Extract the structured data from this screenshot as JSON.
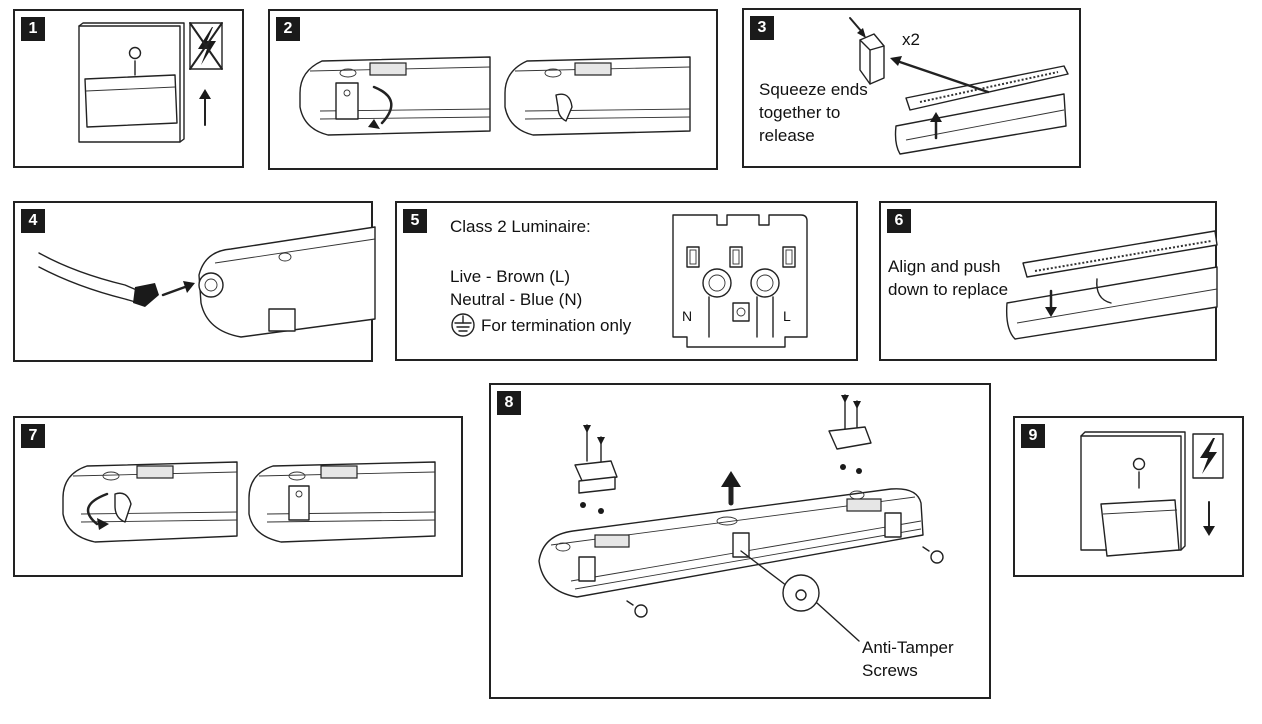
{
  "steps": [
    {
      "number": "1"
    },
    {
      "number": "2"
    },
    {
      "number": "3",
      "quantity": "x2",
      "text": [
        "Squeeze ends",
        "together to",
        "release"
      ]
    },
    {
      "number": "4"
    },
    {
      "number": "5",
      "title": "Class 2 Luminaire:",
      "live": "Live - Brown (L)",
      "neutral": "Neutral - Blue (N)",
      "earth": "For termination only",
      "terminal_labels": [
        "N",
        "L"
      ]
    },
    {
      "number": "6",
      "text": [
        "Align and push",
        "down to replace"
      ]
    },
    {
      "number": "7"
    },
    {
      "number": "8",
      "callout": [
        "Anti-Tamper",
        "Screws"
      ]
    },
    {
      "number": "9"
    }
  ],
  "colors": {
    "ink": "#1a1a1a",
    "panel_border": "#222222",
    "background": "#ffffff"
  }
}
